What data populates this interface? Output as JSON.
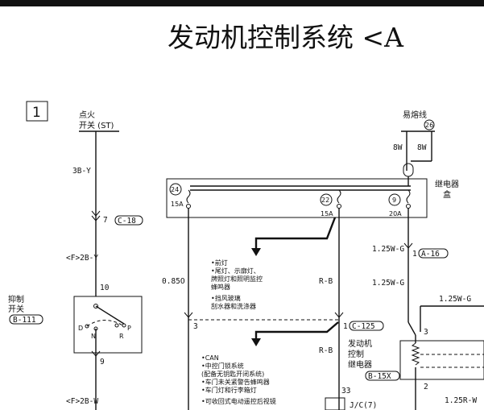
{
  "title": "发动机控制系统 <A",
  "page_number": "1",
  "ignition_switch": {
    "line1": "点火",
    "line2": "开关 (ST)"
  },
  "wire_3b_y": "3B-Y",
  "connector_c18": {
    "pin": "7",
    "ref": "C-18"
  },
  "wire_f2b_y": "<F>2B-Y",
  "inhibitor_switch": {
    "line1": "抑制",
    "line2": "开关",
    "ref": "B-111",
    "pin_top": "10",
    "pin_bottom": "9",
    "pos_d": "D",
    "pos_n": "N",
    "pos_r": "R",
    "pos_p": "P"
  },
  "wire_f2b_w": "<F>2B-W",
  "fusible_link": {
    "label": "易熔线",
    "number": "26",
    "wire_left": "8W",
    "wire_right": "8W"
  },
  "relay_box": {
    "line1": "继电器",
    "line2": "盒"
  },
  "fuse_24": {
    "number": "24",
    "rating": "15A"
  },
  "fuse_22": {
    "number": "22",
    "rating": "15A"
  },
  "fuse_9": {
    "number": "9",
    "rating": "20A"
  },
  "wire_0850": "0.85O",
  "wire_rb_1": "R-B",
  "wire_rb_2": "R-B",
  "circuit_notes_1": [
    "•前灯",
    "•尾灯、示廓灯、",
    "牌照灯和照明监控",
    "蜂鸣器"
  ],
  "circuit_notes_2": [
    "•挡风玻璃",
    "刮水器和洗涤器"
  ],
  "pin_3_left": "3",
  "connector_c125": {
    "pin": "1",
    "ref": "C-125"
  },
  "circuit_notes_3": [
    "•CAN",
    "•中控门锁系统",
    "(配备无钥匙开闭系统)",
    "•车门未关紧警告蜂鸣器",
    "•车门灯和行李箱灯"
  ],
  "circuit_notes_4": [
    "•可收回式电动遥控后视镜"
  ],
  "wire_125wg_1": "1.25W-G",
  "connector_a16": {
    "pin": "1",
    "ref": "A-16"
  },
  "wire_125wg_2": "1.25W-G",
  "wire_125wg_3": "1.25W-G",
  "ecu_relay": {
    "line1": "发动机",
    "line2": "控制",
    "line3": "继电器",
    "ref": "B-15X",
    "pin_top": "3",
    "pin_bottom": "2"
  },
  "jc7": {
    "pin": "33",
    "label": "J/C(7)"
  },
  "wire_125rw": "1.25R-W"
}
